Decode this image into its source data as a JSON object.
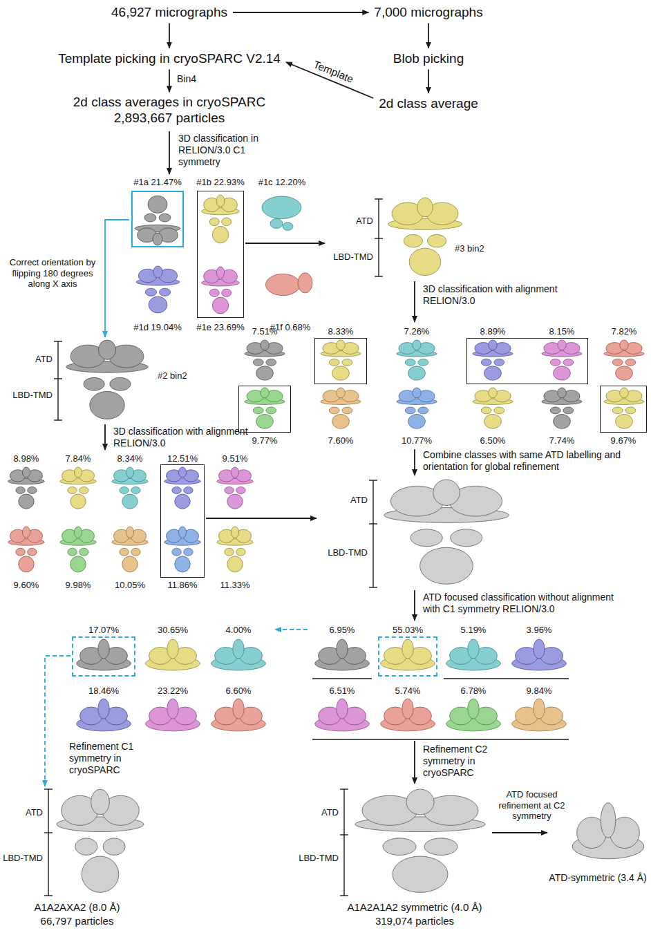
{
  "diagram": {
    "nodes": [
      {
        "text": [
          "46,927 micrographs"
        ]
      },
      {
        "text": [
          "7,000 micrographs"
        ]
      },
      {
        "text": [
          "Template picking in cryoSPARC V2.14"
        ]
      },
      {
        "text": [
          "Blob picking"
        ]
      },
      {
        "text": [
          "2d class averages in cryoSPARC",
          "2,893,667 particles"
        ]
      },
      {
        "text": [
          "2d class average"
        ]
      },
      {
        "text": [
          "#1a 21.47%"
        ]
      },
      {
        "text": [
          "#1b 22.93%",
          "#1e 23.69%"
        ]
      },
      {
        "text": [
          "ATD",
          "LBD-TMD",
          "#3 bin2"
        ]
      },
      {
        "text": [
          "ATD",
          "LBD-TMD",
          "#2 bin2"
        ]
      },
      {
        "text": [
          "8.33%"
        ]
      },
      {
        "text": [
          "8.89%",
          "8.15%"
        ]
      },
      {
        "text": [
          "9.77%"
        ]
      },
      {
        "text": [
          "9.67%"
        ]
      },
      {
        "text": [
          "12.51%",
          "11.86%"
        ]
      },
      {
        "text": [
          "ATD",
          "LBD-TMD"
        ]
      },
      {
        "text": [
          "17.07%"
        ]
      },
      {
        "text": [
          "55.03%"
        ]
      },
      {
        "text": [
          "ATD",
          "LBD-TMD",
          "A1A2AXA2 (8.0 Å)",
          "66,797 particles"
        ]
      },
      {
        "text": [
          "ATD",
          "LBD-TMD",
          "A1A2A1A2 symmetric (4.0 Å)",
          "319,074 particles"
        ]
      },
      {
        "text": [
          "ATD-symmetric (3.4 Å)"
        ]
      }
    ],
    "edges": [
      {
        "from": 0,
        "to": 1,
        "arrow": "to"
      },
      {
        "from": 0,
        "to": 2,
        "arrow": "to"
      },
      {
        "from": 1,
        "to": 3,
        "arrow": "to"
      },
      {
        "from": 3,
        "to": 5,
        "arrow": "to"
      },
      {
        "from": 5,
        "to": 2,
        "label": "Template",
        "arrow": "to"
      },
      {
        "from": 2,
        "to": 4,
        "label": "Bin4",
        "arrow": "to"
      },
      {
        "from": 6,
        "to": 9,
        "label": "Correct orientation by flipping 180 degrees along X axis",
        "arrow": "to"
      },
      {
        "from": 7,
        "to": 8,
        "arrow": "to"
      },
      {
        "from": 14,
        "to": 15,
        "arrow": "to"
      },
      {
        "from": 16,
        "to": 18,
        "label": "Refinement C1 symmetry in cryoSPARC",
        "arrow": "to"
      },
      {
        "from": 19,
        "to": 20,
        "label": "ATD focused refinement at C2 symmetry",
        "arrow": "to"
      }
    ],
    "labels": [
      "3D classification in RELION/3.0 C1 symmetry",
      "#1c 12.20%",
      "#1d 19.04%",
      "#1f 0.68%",
      "3D classification with alignment RELION/3.0",
      "7.51%",
      "7.26%",
      "7.82%",
      "7.60%",
      "10.77%",
      "6.50%",
      "7.74%",
      "3D classification with alignment RELION/3.0",
      "8.98%",
      "7.84%",
      "8.34%",
      "9.51%",
      "9.60%",
      "9.98%",
      "10.05%",
      "11.33%",
      "Combine classes with same ATD labelling and orientation for global refinement",
      "ATD focused classification without alignment with C1 symmetry RELION/3.0",
      "30.65%",
      "4.00%",
      "6.95%",
      "5.19%",
      "3.96%",
      "18.46%",
      "23.22%",
      "6.60%",
      "6.51%",
      "5.74%",
      "6.78%",
      "9.84%",
      "Refinement C2 symmetry in cryoSPARC"
    ]
  }
}
